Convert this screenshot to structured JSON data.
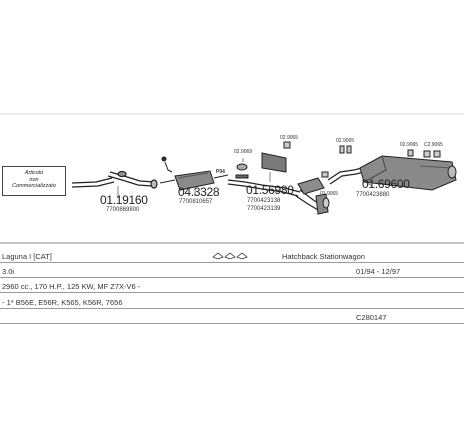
{
  "note_box": [
    "Articolo",
    "non",
    "Commercializzato"
  ],
  "parts": [
    {
      "number": "01.19160",
      "ref": "7700869800"
    },
    {
      "number": "04.3328",
      "ref": "7700810657"
    },
    {
      "number": "01.56980",
      "ref": "7700423138",
      "ref2": "7700423139"
    },
    {
      "number": "01.69600",
      "ref": "7700423880"
    }
  ],
  "small_labels": {
    "a": "02.9069",
    "b": "P04",
    "c": "02.9065",
    "d": "02.9065",
    "e": "01.9065",
    "f": "02.9065",
    "g": "C2.9065"
  },
  "info": {
    "model": "Laguna I [CAT]",
    "body": "Hatchback Stationwagon",
    "engine": "3.0i",
    "period": "01/94 - 12/97",
    "spec": "2960 cc., 170 H.P., 125 KW, MF Z7X-V6 -",
    "codes": "- 1* B56E, E56R, K565, K56R, 7656",
    "catalog": "C280147"
  }
}
